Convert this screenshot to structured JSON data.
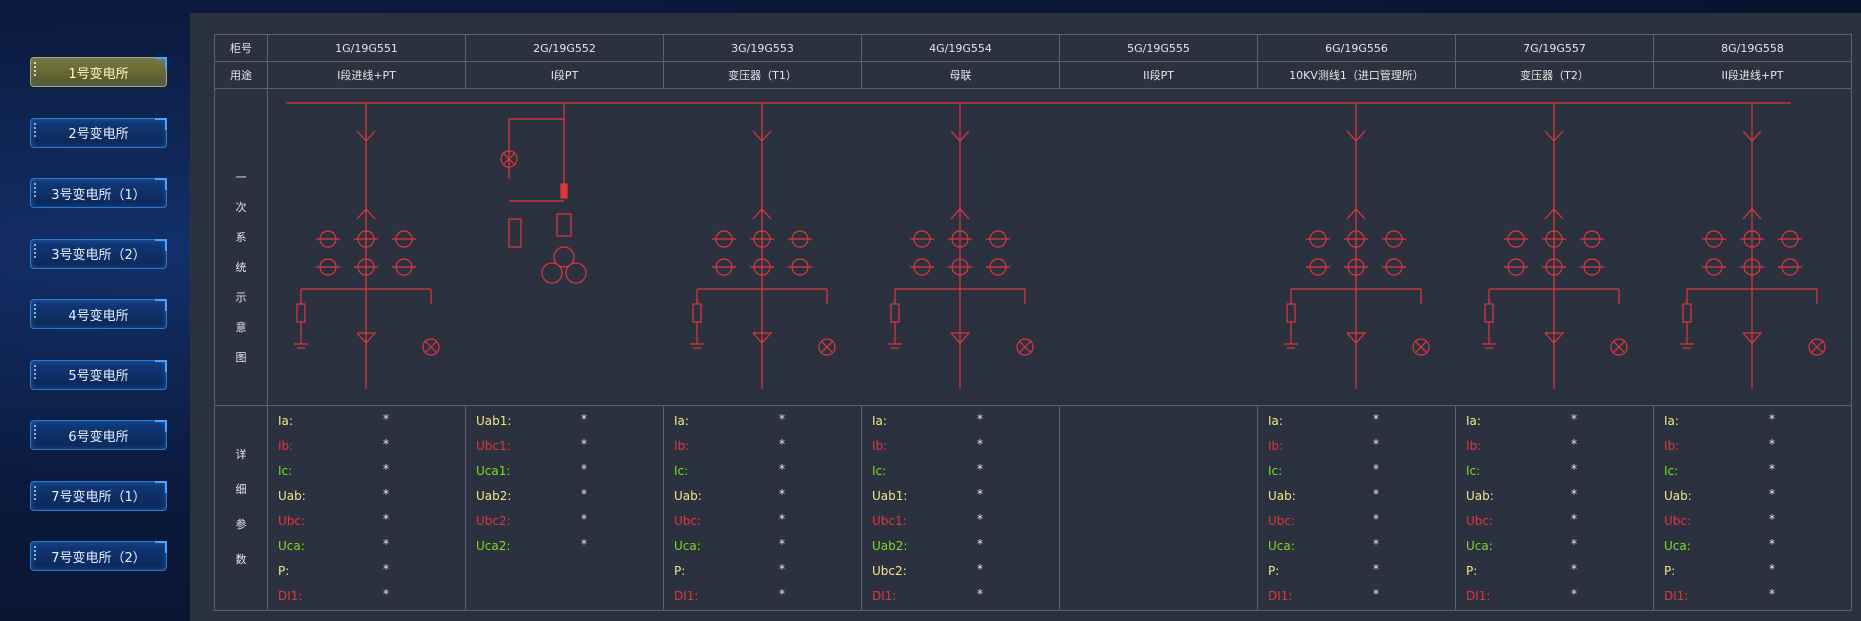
{
  "substations": [
    {
      "label": "1号变电所",
      "active": true
    },
    {
      "label": "2号变电所",
      "active": false
    },
    {
      "label": "3号变电所（1）",
      "active": false
    },
    {
      "label": "3号变电所（2）",
      "active": false
    },
    {
      "label": "4号变电所",
      "active": false
    },
    {
      "label": "5号变电所",
      "active": false
    },
    {
      "label": "6号变电所",
      "active": false
    },
    {
      "label": "7号变电所（1）",
      "active": false
    },
    {
      "label": "7号变电所（2）",
      "active": false
    }
  ],
  "table": {
    "row_cabinet": "柜号",
    "row_use": "用途",
    "row_diagram": [
      "一",
      "次",
      "系",
      "统",
      "示",
      "意",
      "图"
    ],
    "row_detail": [
      "详",
      "细",
      "参",
      "数"
    ],
    "columns": [
      {
        "cabinet": "1G/19G551",
        "use": "I段进线+PT"
      },
      {
        "cabinet": "2G/19G552",
        "use": "I段PT"
      },
      {
        "cabinet": "3G/19G553",
        "use": "变压器（T1）"
      },
      {
        "cabinet": "4G/19G554",
        "use": "母联"
      },
      {
        "cabinet": "5G/19G555",
        "use": "II段PT"
      },
      {
        "cabinet": "6G/19G556",
        "use": "10KV测线1（进口管理所）"
      },
      {
        "cabinet": "7G/19G557",
        "use": "变压器（T2）"
      },
      {
        "cabinet": "8G/19G558",
        "use": "II段进线+PT"
      }
    ],
    "params": [
      [
        [
          "Ia:",
          "*",
          "yellow"
        ],
        [
          "Ib:",
          "*",
          "red"
        ],
        [
          "Ic:",
          "*",
          "green"
        ],
        [
          "Uab:",
          "*",
          "yellow"
        ],
        [
          "Ubc:",
          "*",
          "red"
        ],
        [
          "Uca:",
          "*",
          "green"
        ],
        [
          "P:",
          "*",
          "yellow"
        ],
        [
          "DI1:",
          "*",
          "red"
        ]
      ],
      [
        [
          "Uab1:",
          "*",
          "yellow"
        ],
        [
          "Ubc1:",
          "*",
          "red"
        ],
        [
          "Uca1:",
          "*",
          "green"
        ],
        [
          "Uab2:",
          "*",
          "yellow"
        ],
        [
          "Ubc2:",
          "*",
          "red"
        ],
        [
          "Uca2:",
          "*",
          "green"
        ]
      ],
      [
        [
          "Ia:",
          "*",
          "yellow"
        ],
        [
          "Ib:",
          "*",
          "red"
        ],
        [
          "Ic:",
          "*",
          "green"
        ],
        [
          "Uab:",
          "*",
          "yellow"
        ],
        [
          "Ubc:",
          "*",
          "red"
        ],
        [
          "Uca:",
          "*",
          "green"
        ],
        [
          "P:",
          "*",
          "yellow"
        ],
        [
          "DI1:",
          "*",
          "red"
        ]
      ],
      [
        [
          "Ia:",
          "*",
          "yellow"
        ],
        [
          "Ib:",
          "*",
          "red"
        ],
        [
          "Ic:",
          "*",
          "green"
        ],
        [
          "Uab1:",
          "*",
          "yellow"
        ],
        [
          "Ubc1:",
          "*",
          "red"
        ],
        [
          "Uab2:",
          "*",
          "green"
        ],
        [
          "Ubc2:",
          "*",
          "yellow"
        ],
        [
          "DI1:",
          "*",
          "red"
        ]
      ],
      [],
      [
        [
          "Ia:",
          "*",
          "yellow"
        ],
        [
          "Ib:",
          "*",
          "red"
        ],
        [
          "Ic:",
          "*",
          "green"
        ],
        [
          "Uab:",
          "*",
          "yellow"
        ],
        [
          "Ubc:",
          "*",
          "red"
        ],
        [
          "Uca:",
          "*",
          "green"
        ],
        [
          "P:",
          "*",
          "yellow"
        ],
        [
          "DI1:",
          "*",
          "red"
        ]
      ],
      [
        [
          "Ia:",
          "*",
          "yellow"
        ],
        [
          "Ib:",
          "*",
          "red"
        ],
        [
          "Ic:",
          "*",
          "green"
        ],
        [
          "Uab:",
          "*",
          "yellow"
        ],
        [
          "Ubc:",
          "*",
          "red"
        ],
        [
          "Uca:",
          "*",
          "green"
        ],
        [
          "P:",
          "*",
          "yellow"
        ],
        [
          "DI1:",
          "*",
          "red"
        ]
      ],
      [
        [
          "Ia:",
          "*",
          "yellow"
        ],
        [
          "Ib:",
          "*",
          "red"
        ],
        [
          "Ic:",
          "*",
          "green"
        ],
        [
          "Uab:",
          "*",
          "yellow"
        ],
        [
          "Ubc:",
          "*",
          "red"
        ],
        [
          "Uca:",
          "*",
          "green"
        ],
        [
          "P:",
          "*",
          "yellow"
        ],
        [
          "DI1:",
          "*",
          "red"
        ]
      ]
    ]
  },
  "colors": {
    "accent": "#2f77c7",
    "diagram": "#e0363a",
    "yellow": "#f3e58a",
    "red": "#e0363a",
    "green": "#7ddc1f",
    "panel": "#2c313f"
  }
}
